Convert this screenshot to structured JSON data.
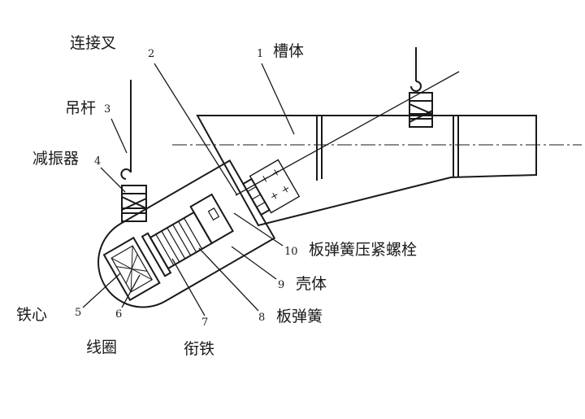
{
  "title": "电磁振动给料机结构示意图",
  "parts": [
    {
      "num": "1",
      "label": "槽体"
    },
    {
      "num": "2",
      "label": "连接叉"
    },
    {
      "num": "3",
      "label": "吊杆"
    },
    {
      "num": "4",
      "label": "减振器"
    },
    {
      "num": "5",
      "label": "铁心"
    },
    {
      "num": "6",
      "label": "线圈"
    },
    {
      "num": "7",
      "label": "衔铁"
    },
    {
      "num": "8",
      "label": "板弹簧"
    },
    {
      "num": "9",
      "label": "壳体"
    },
    {
      "num": "10",
      "label": "板弹簧压紧螺栓"
    }
  ],
  "colors": {
    "line": "#1a1a1a",
    "background": "#ffffff"
  }
}
